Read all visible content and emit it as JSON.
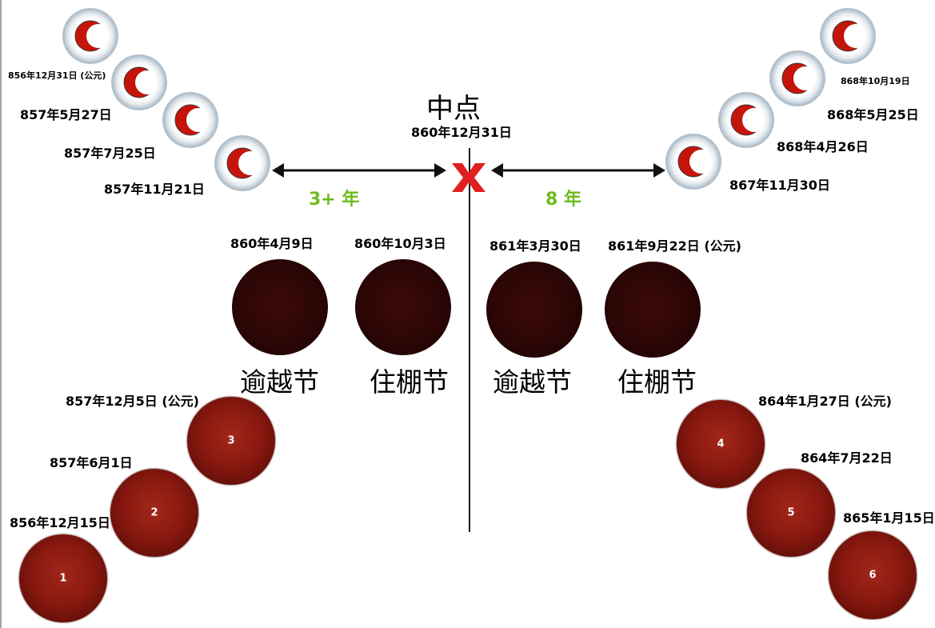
{
  "center": {
    "title": "中点",
    "date": "860年12月31日",
    "marker": "x-mark"
  },
  "left_span": "3+ 年",
  "right_span": "8 年",
  "colors": {
    "span_text": "#6dbb1e",
    "marker": "#e02020",
    "partial_crescent": "#c5140a",
    "blood_moon": "#8a1910",
    "festival_moon": "#2c0606"
  },
  "partial_eclipses_left": [
    "856年12月31日 (公元)",
    "857年5月27日",
    "857年7月25日",
    "857年11月21日"
  ],
  "partial_eclipses_right": [
    "868年10月19日",
    "868年5月25日",
    "868年4月26日",
    "867年11月30日"
  ],
  "festival_eclipses": [
    {
      "date": "860年4月9日",
      "festival": "逾越节"
    },
    {
      "date": "860年10月3日",
      "festival": "住棚节"
    },
    {
      "date": "861年3月30日",
      "festival": "逾越节"
    },
    {
      "date": "861年9月22日 (公元)",
      "festival": "住棚节"
    }
  ],
  "blood_moons": [
    {
      "number": "1",
      "date": "856年12月15日"
    },
    {
      "number": "2",
      "date": "857年6月1日"
    },
    {
      "number": "3",
      "date": "857年12月5日 (公元)"
    },
    {
      "number": "4",
      "date": "864年1月27日 (公元)"
    },
    {
      "number": "5",
      "date": "864年7月22日"
    },
    {
      "number": "6",
      "date": "865年1月15日"
    }
  ]
}
